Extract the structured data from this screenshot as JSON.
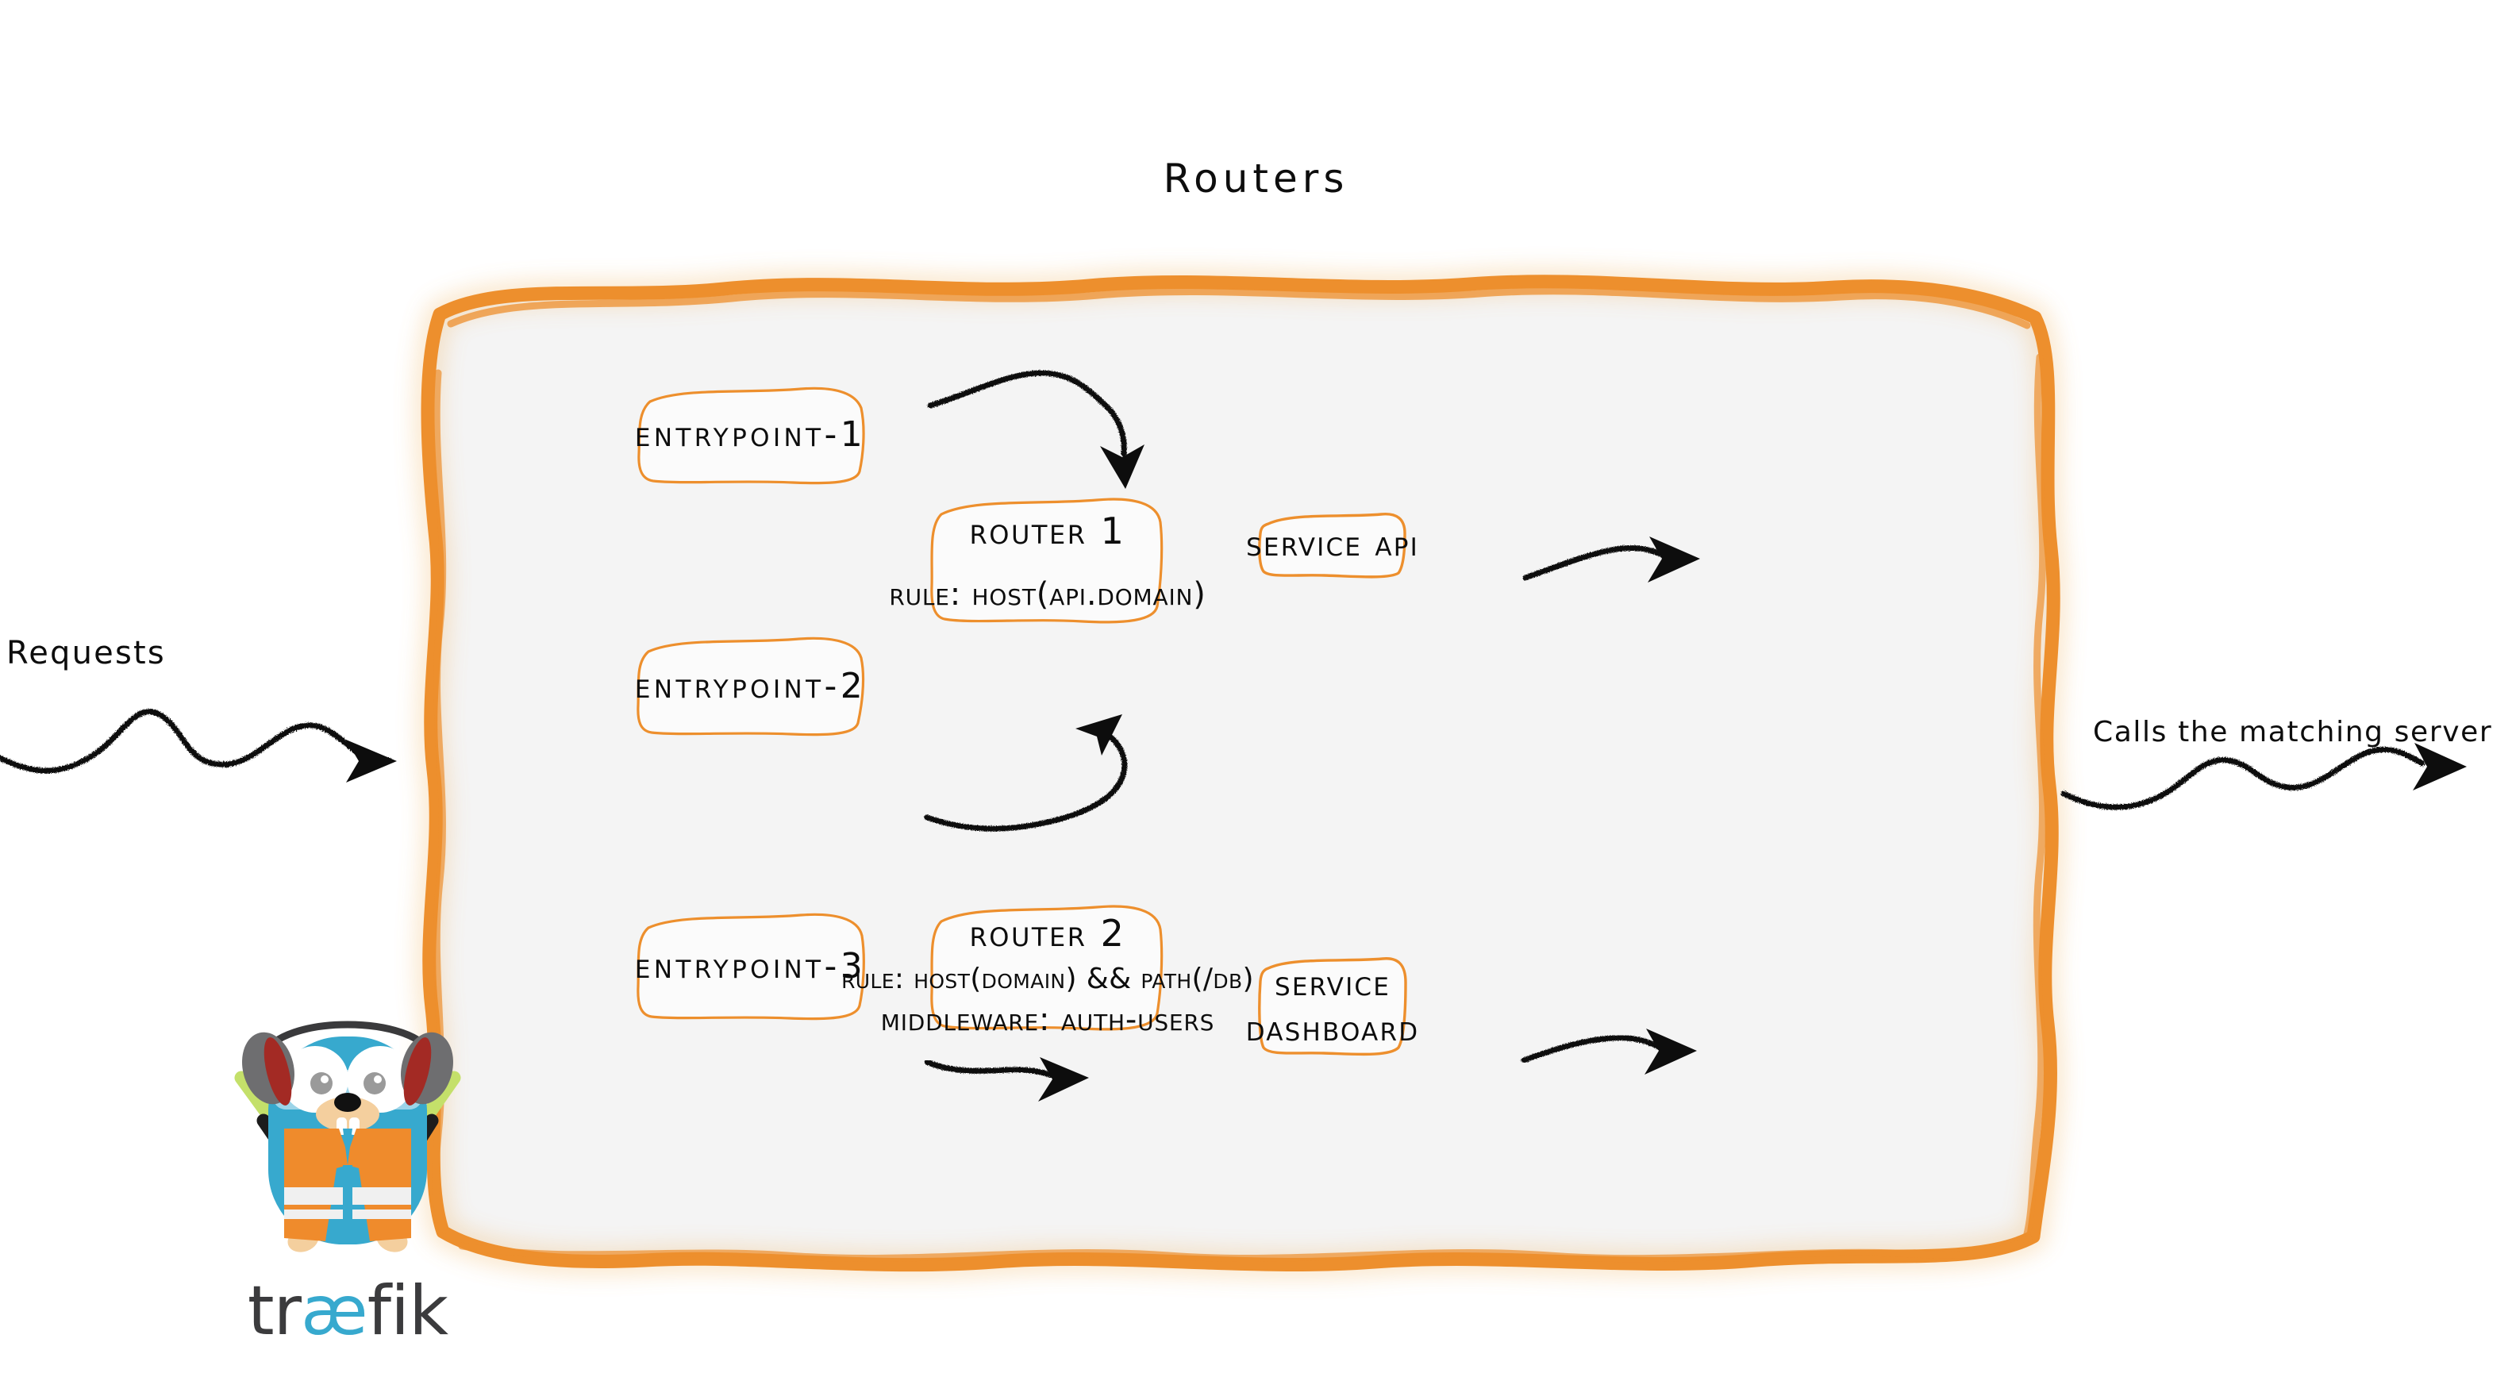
{
  "diagram": {
    "title": "Routers",
    "brand_color": "#ED8F2D",
    "surface_color": "#F4F4F4",
    "ink_color": "#0D0D0D",
    "accent_cyan": "#37A9CE",
    "logo_text_color": "#3B3B3D"
  },
  "annotations": {
    "requests": "Requests",
    "calls_the_matching_server": "Calls the matching server"
  },
  "entrypoints": [
    {
      "id": "entrypoint-1",
      "label": "entrypoint-1"
    },
    {
      "id": "entrypoint-2",
      "label": "entrypoint-2"
    },
    {
      "id": "entrypoint-3",
      "label": "entrypoint-3"
    }
  ],
  "routers": [
    {
      "id": "router-1",
      "title": "Router 1",
      "rule": "rule: Host(api.domain)",
      "middleware": null
    },
    {
      "id": "router-2",
      "title": "Router 2",
      "rule": "rule: Host(domain) && Path(/db)",
      "middleware": "Middleware: auth-users"
    }
  ],
  "services": [
    {
      "id": "service-api",
      "line1": "Service API",
      "line2": ""
    },
    {
      "id": "service-dashboard",
      "line1": "Service",
      "line2": "Dashboard"
    }
  ],
  "logo": {
    "word_left": "tr",
    "word_ae": "æ",
    "word_right": "fik",
    "mascot": "traefik-gopher-mascot"
  },
  "connections": [
    {
      "from": "entrypoint-1",
      "to": "router-1"
    },
    {
      "from": "entrypoint-2",
      "to": "router-1"
    },
    {
      "from": "entrypoint-3",
      "to": "router-2"
    },
    {
      "from": "router-1",
      "to": "service-api"
    },
    {
      "from": "router-2",
      "to": "service-dashboard"
    },
    {
      "from": "requests",
      "to": "routers-container"
    },
    {
      "from": "routers-container",
      "to": "matching-server"
    }
  ]
}
